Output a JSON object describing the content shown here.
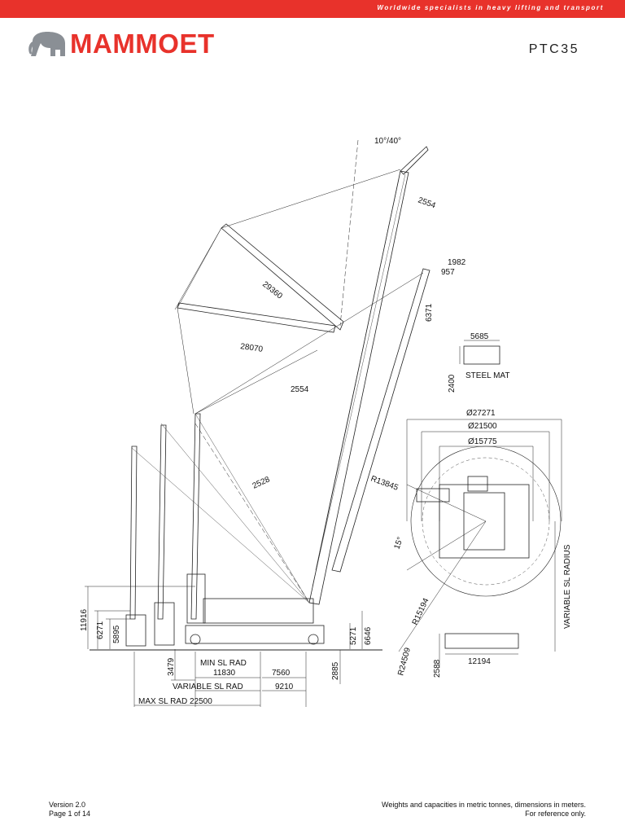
{
  "header": {
    "tagline": "Worldwide specialists in heavy lifting and transport",
    "brand": "MAMMOET",
    "model": "PTC35",
    "brand_color": "#e8322b"
  },
  "icons": {
    "logo": "mammoth-icon"
  },
  "drawing": {
    "angle": "10°/40°",
    "dims": {
      "d2554a": "2554",
      "d1982": "1982",
      "d957": "957",
      "d6371": "6371",
      "d29360": "29360",
      "d28070": "28070",
      "d2554b": "2554",
      "d2528": "2528",
      "d5685": "5685",
      "d2400": "2400",
      "d11916": "11916",
      "d6271": "6271",
      "d5895": "5895",
      "d3479": "3479",
      "d5271": "5271",
      "d6646": "6646",
      "d2885": "2885",
      "d11830": "11830",
      "d7560": "7560",
      "d9210": "9210"
    },
    "steel_mat": "STEEL MAT",
    "min_sl_rad": "MIN SL RAD",
    "variable_sl_rad": "VARIABLE SL RAD",
    "max_sl_rad": "MAX SL RAD 22500",
    "plan": {
      "d27271": "Ø27271",
      "d21500": "Ø21500",
      "d15775": "Ø15775",
      "r13845": "R13845",
      "angle15": "15°",
      "r15194": "R15194",
      "r24509": "R24509",
      "d2588": "2588",
      "d12194": "12194",
      "variable_sl_radius": "VARIABLE SL RADIUS"
    }
  },
  "footer": {
    "version": "Version 2.0",
    "page": "Page 1 of 14",
    "units_note": "Weights and capacities in metric tonnes, dimensions in meters.",
    "reference": "For reference only."
  }
}
